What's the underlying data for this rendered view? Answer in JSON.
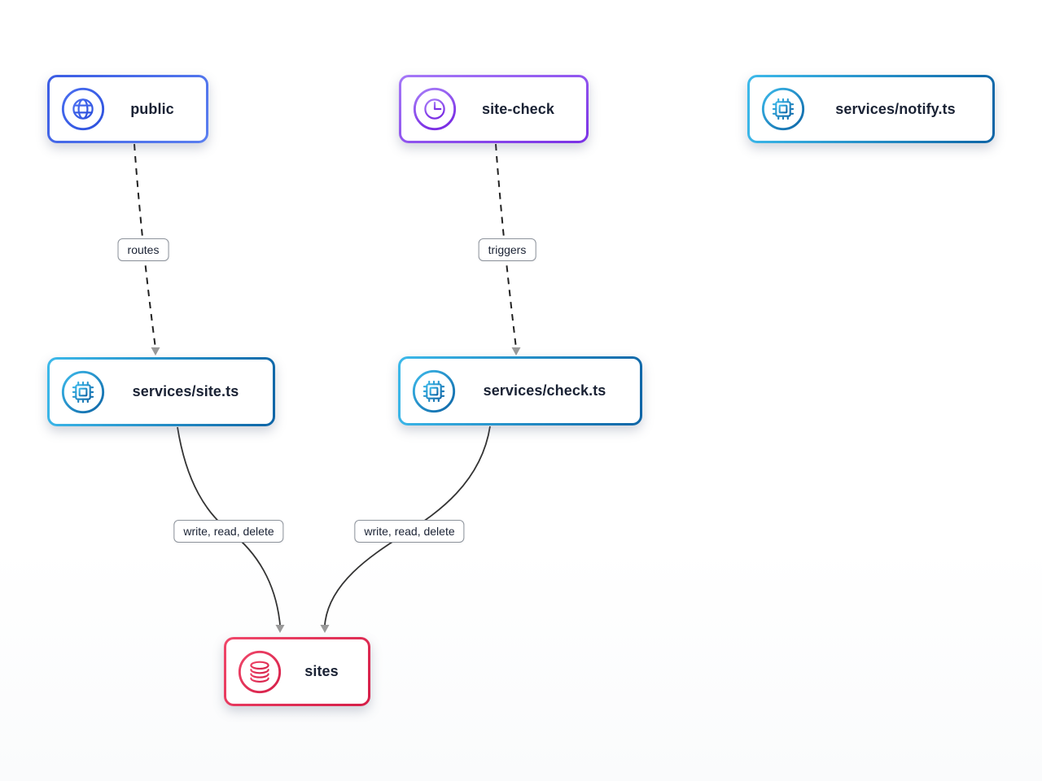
{
  "diagram": {
    "nodes": [
      {
        "label": "public",
        "icon": "globe-icon",
        "type": "frontend",
        "accent_from": "#3a5ce4",
        "accent_to": "#5b7ff0"
      },
      {
        "label": "site-check",
        "icon": "clock-icon",
        "type": "cron",
        "accent_from": "#a578f8",
        "accent_to": "#7b31e5"
      },
      {
        "label": "services/notify.ts",
        "icon": "chip-icon",
        "type": "service",
        "accent_from": "#3cb9ea",
        "accent_to": "#0e65a6"
      },
      {
        "label": "services/site.ts",
        "icon": "chip-icon",
        "type": "service",
        "accent_from": "#3cb9ea",
        "accent_to": "#0e65a6"
      },
      {
        "label": "services/check.ts",
        "icon": "chip-icon",
        "type": "service",
        "accent_from": "#3cb9ea",
        "accent_to": "#0e65a6"
      },
      {
        "label": "sites",
        "icon": "database-icon",
        "type": "database",
        "accent_from": "#f0476a",
        "accent_to": "#d51e48"
      }
    ],
    "edges": [
      {
        "from": "public",
        "to": "services/site.ts",
        "label": "routes",
        "style": "dashed"
      },
      {
        "from": "site-check",
        "to": "services/check.ts",
        "label": "triggers",
        "style": "dashed"
      },
      {
        "from": "services/site.ts",
        "to": "sites",
        "label": "write, read, delete",
        "style": "solid"
      },
      {
        "from": "services/check.ts",
        "to": "sites",
        "label": "write, read, delete",
        "style": "solid"
      }
    ],
    "palette": {
      "edge_line": "#333333",
      "edge_dashed_line": "#222222",
      "arrowhead": "#999999",
      "label_border": "#8d939c",
      "text": "#1a2234",
      "node_background": "#ffffff"
    }
  }
}
